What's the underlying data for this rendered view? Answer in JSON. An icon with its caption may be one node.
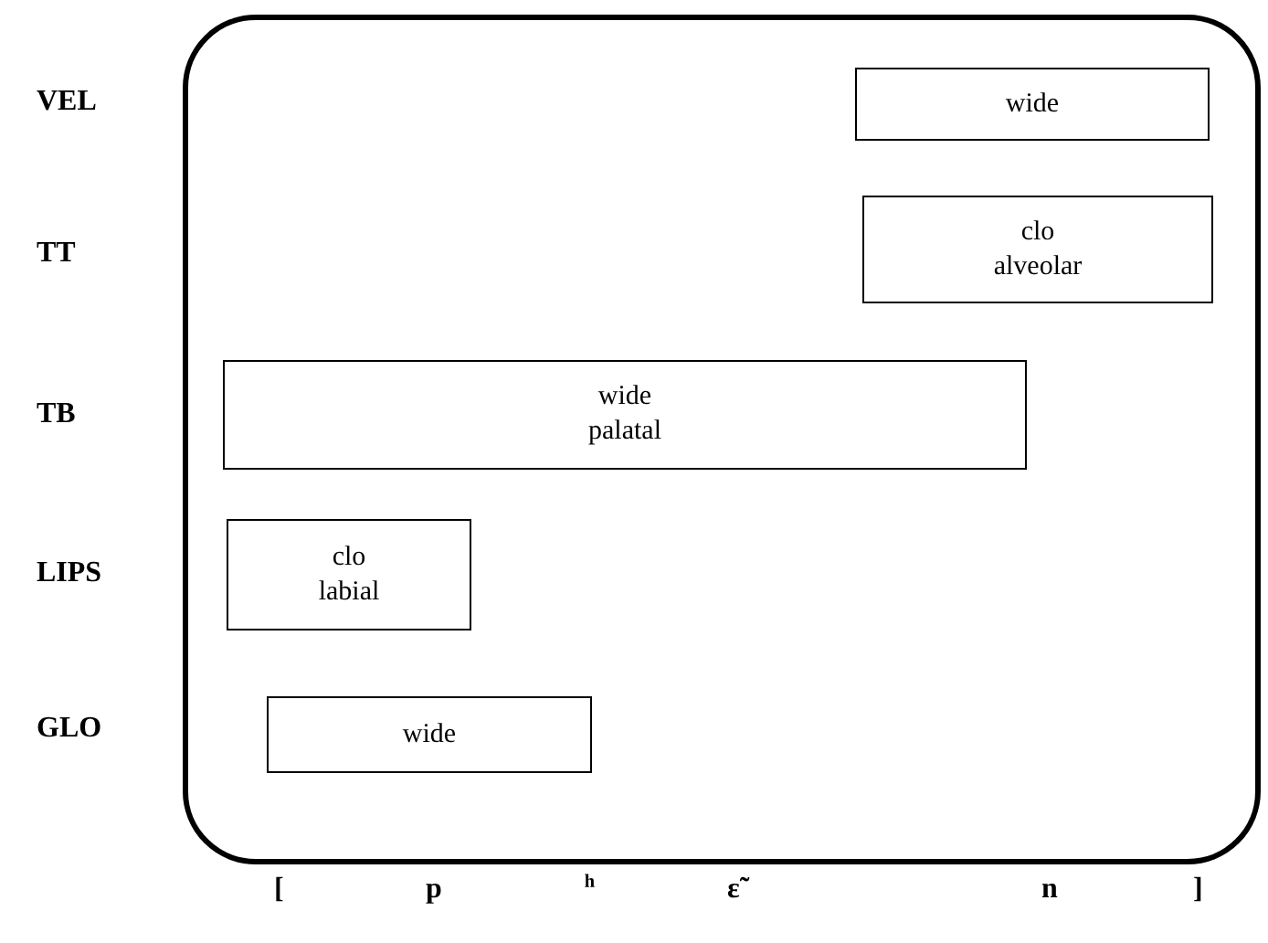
{
  "diagram": {
    "nodes": [
      {
        "text": [],
        "shape": "box"
      },
      {
        "text": [
          "wide"
        ],
        "in": 0
      },
      {
        "text": [
          "clo alveolar"
        ],
        "in": 0
      },
      {
        "text": [
          "wide palatal"
        ],
        "in": 0
      },
      {
        "text": [
          "clo labial"
        ],
        "in": 0
      },
      {
        "text": [
          "wide"
        ],
        "in": 0
      }
    ],
    "edges": [],
    "labels": [
      "VEL",
      "TT",
      "TB",
      "LIPS",
      "GLO",
      "[",
      "p",
      "ʰ",
      "ε̃",
      "n",
      "]"
    ]
  }
}
